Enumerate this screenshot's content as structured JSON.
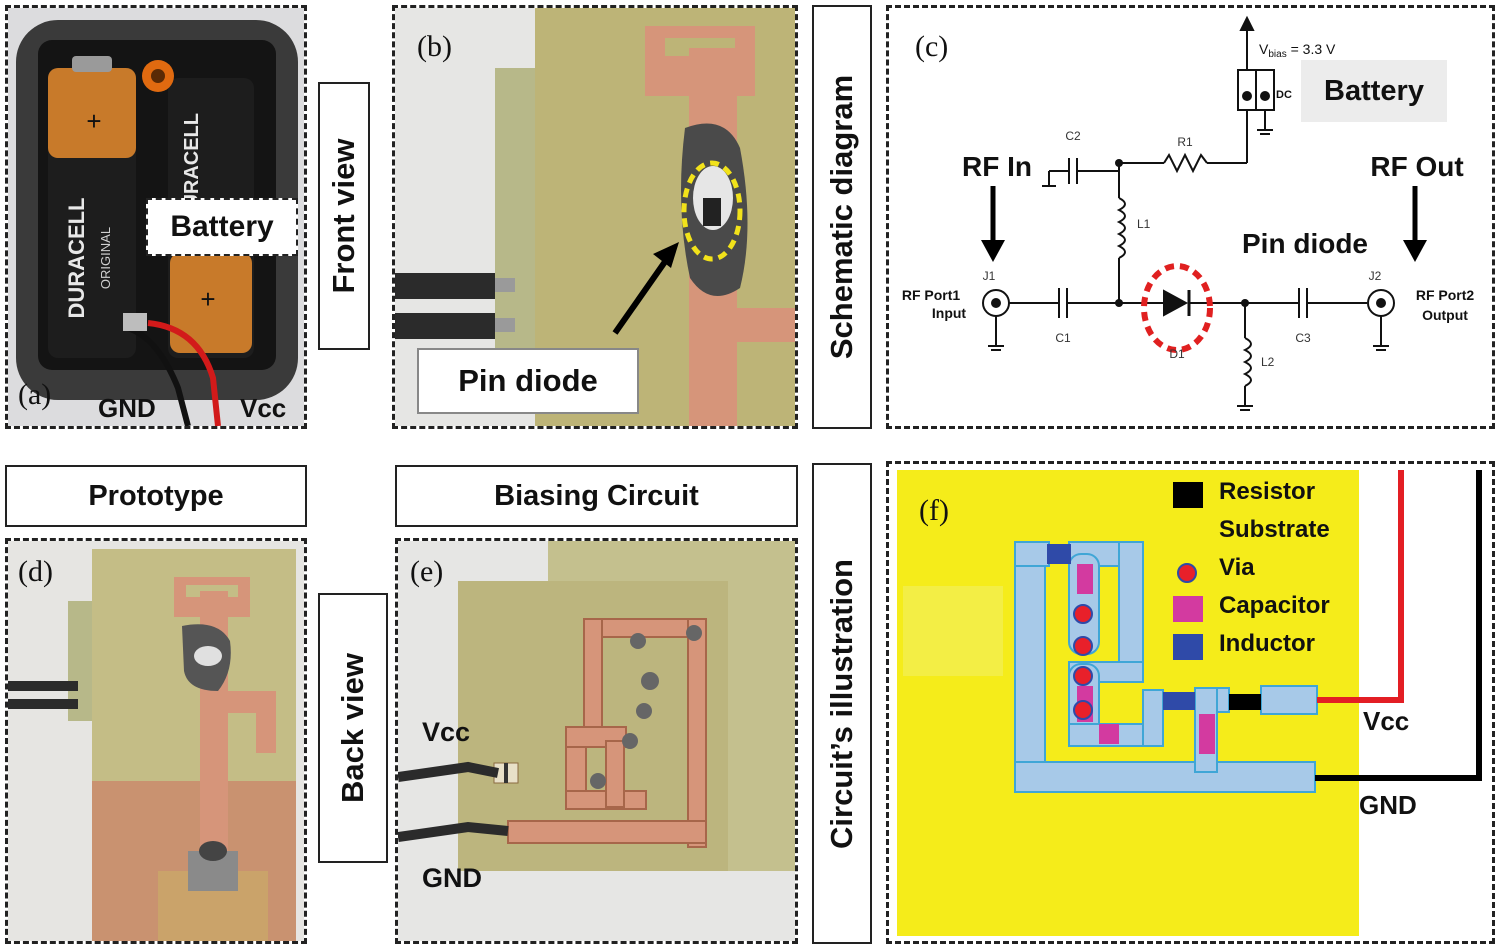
{
  "panel_a": {
    "tag": "(a)",
    "battery_label": "Battery",
    "gnd_label": "GND",
    "vcc_label": "Vcc",
    "battery_brand": "DURACELL",
    "battery_model": "ORIGINAL"
  },
  "panel_b": {
    "tag": "(b)",
    "pin_label": "Pin diode"
  },
  "panel_c": {
    "tag": "(c)",
    "vbias": "V",
    "vbias_sub": "bias",
    "vbias_val": " = 3.3 V",
    "dc": "DC",
    "battery_label": "Battery",
    "rf_in": "RF In",
    "rf_out": "RF Out",
    "pin_label": "Pin diode",
    "c2": "C2",
    "r1": "R1",
    "l1": "L1",
    "j1": "J1",
    "j2": "J2",
    "port1": "RF Port1",
    "port1_sub": "Input",
    "port2": "RF Port2",
    "port2_sub": "Output",
    "c1": "C1",
    "d1": "D1",
    "l2": "L2",
    "c3": "C3"
  },
  "panel_d": {
    "tag": "(d)"
  },
  "panel_e": {
    "tag": "(e)",
    "vcc_label": "Vcc",
    "gnd_label": "GND"
  },
  "panel_f": {
    "tag": "(f)",
    "vcc_label": "Vcc",
    "gnd_label": "GND",
    "legend": [
      {
        "label": "Resistor",
        "color": "#000000"
      },
      {
        "label": "Substrate",
        "color": "#f5ec1a"
      },
      {
        "label": "Via",
        "color": "#e8202a"
      },
      {
        "label": "Capacitor",
        "color": "#d33aa0"
      },
      {
        "label": "Inductor",
        "color": "#2f4aa8"
      }
    ]
  },
  "labels": {
    "front_view": "Front view",
    "schematic": "Schematic diagram",
    "prototype": "Prototype",
    "biasing": "Biasing Circuit",
    "back_view": "Back view",
    "illustration": "Circuit’s illustration"
  }
}
